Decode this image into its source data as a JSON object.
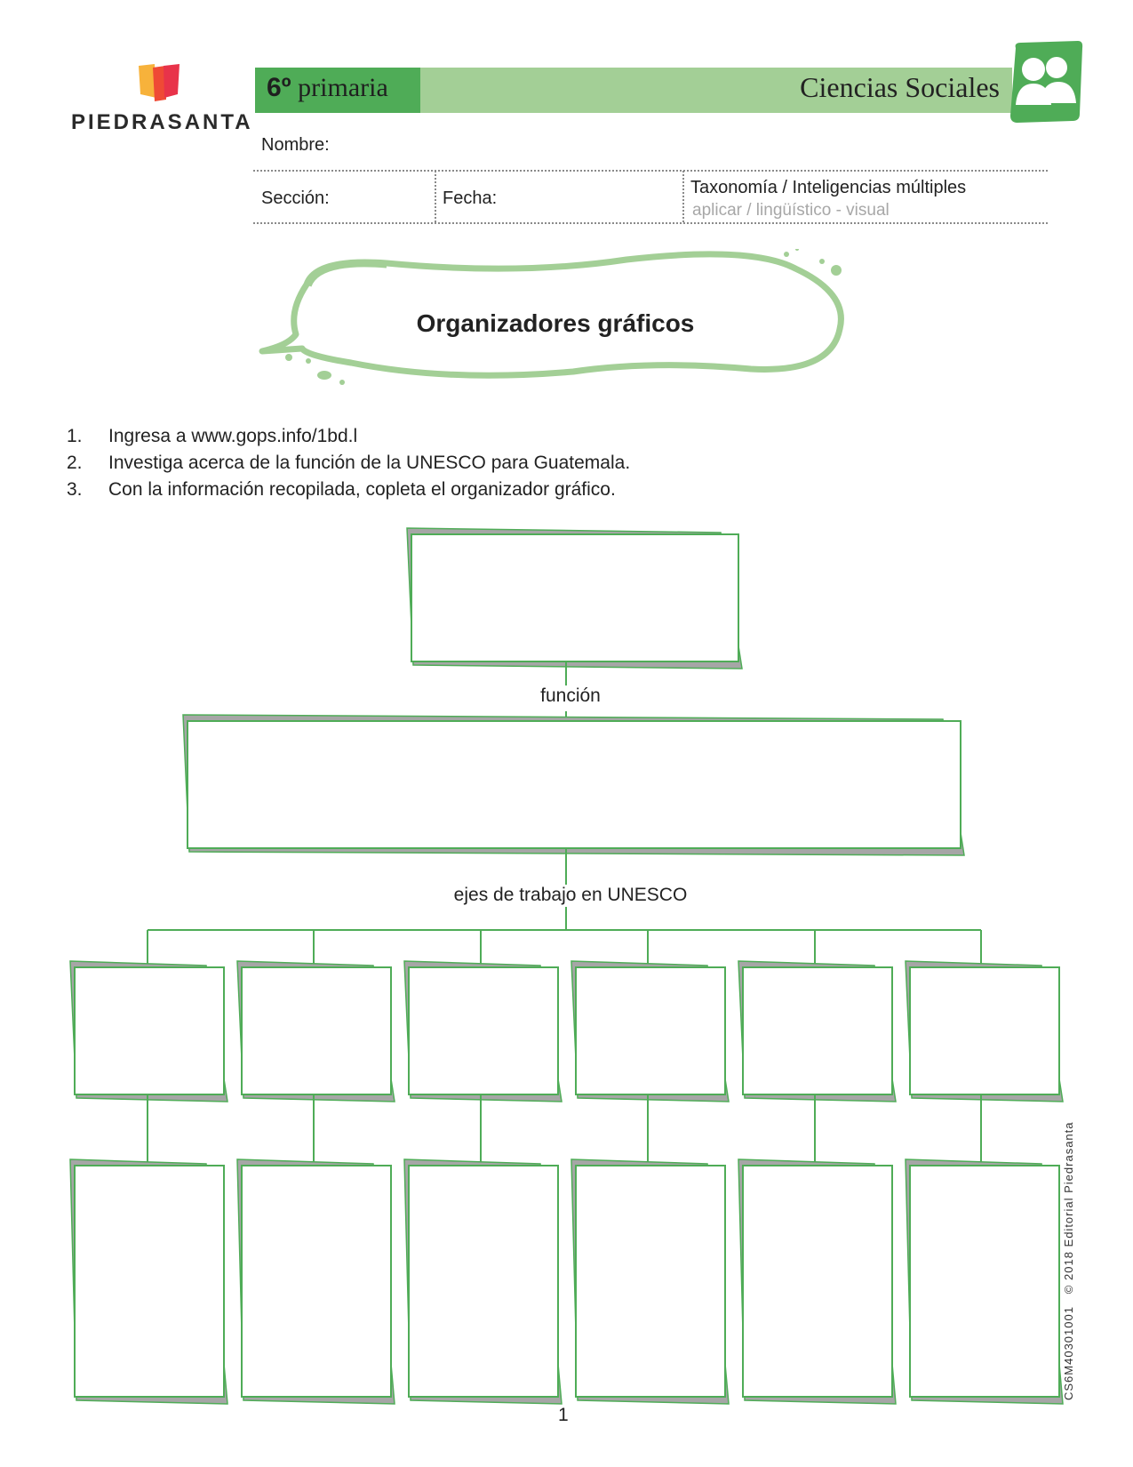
{
  "brand": {
    "name": "PIEDRASANTA"
  },
  "header": {
    "grade_number": "6º",
    "grade_text": "primaria",
    "subject": "Ciencias Sociales",
    "icon": "students-group-icon",
    "colors": {
      "band_light": "#a3cf96",
      "band_dark": "#4fac57",
      "icon_green": "#4fac57"
    }
  },
  "form": {
    "name_label": "Nombre:",
    "section_label": "Sección:",
    "date_label": "Fecha:",
    "taxonomy_label": "Taxonomía / Inteligencias múltiples",
    "taxonomy_value": "aplicar / lingüístico - visual"
  },
  "title": "Organizadores gráficos",
  "instructions": [
    {
      "num": "1.",
      "text": "Ingresa a www.gops.info/1bd.l"
    },
    {
      "num": "2.",
      "text": "Investiga acerca de la función de la UNESCO para Guatemala."
    },
    {
      "num": "3.",
      "text": "Con la información recopilada, copleta el organizador gráfico."
    }
  ],
  "organizer": {
    "label_function": "función",
    "label_axes": "ejes de trabajo en UNESCO",
    "colors": {
      "border": "#4fac57",
      "shadow": "#a6a6a6"
    }
  },
  "footer": {
    "side_code": "CS6M40301001",
    "side_copyright": "© 2018 Editorial Piedrasanta",
    "page_number": "1"
  }
}
